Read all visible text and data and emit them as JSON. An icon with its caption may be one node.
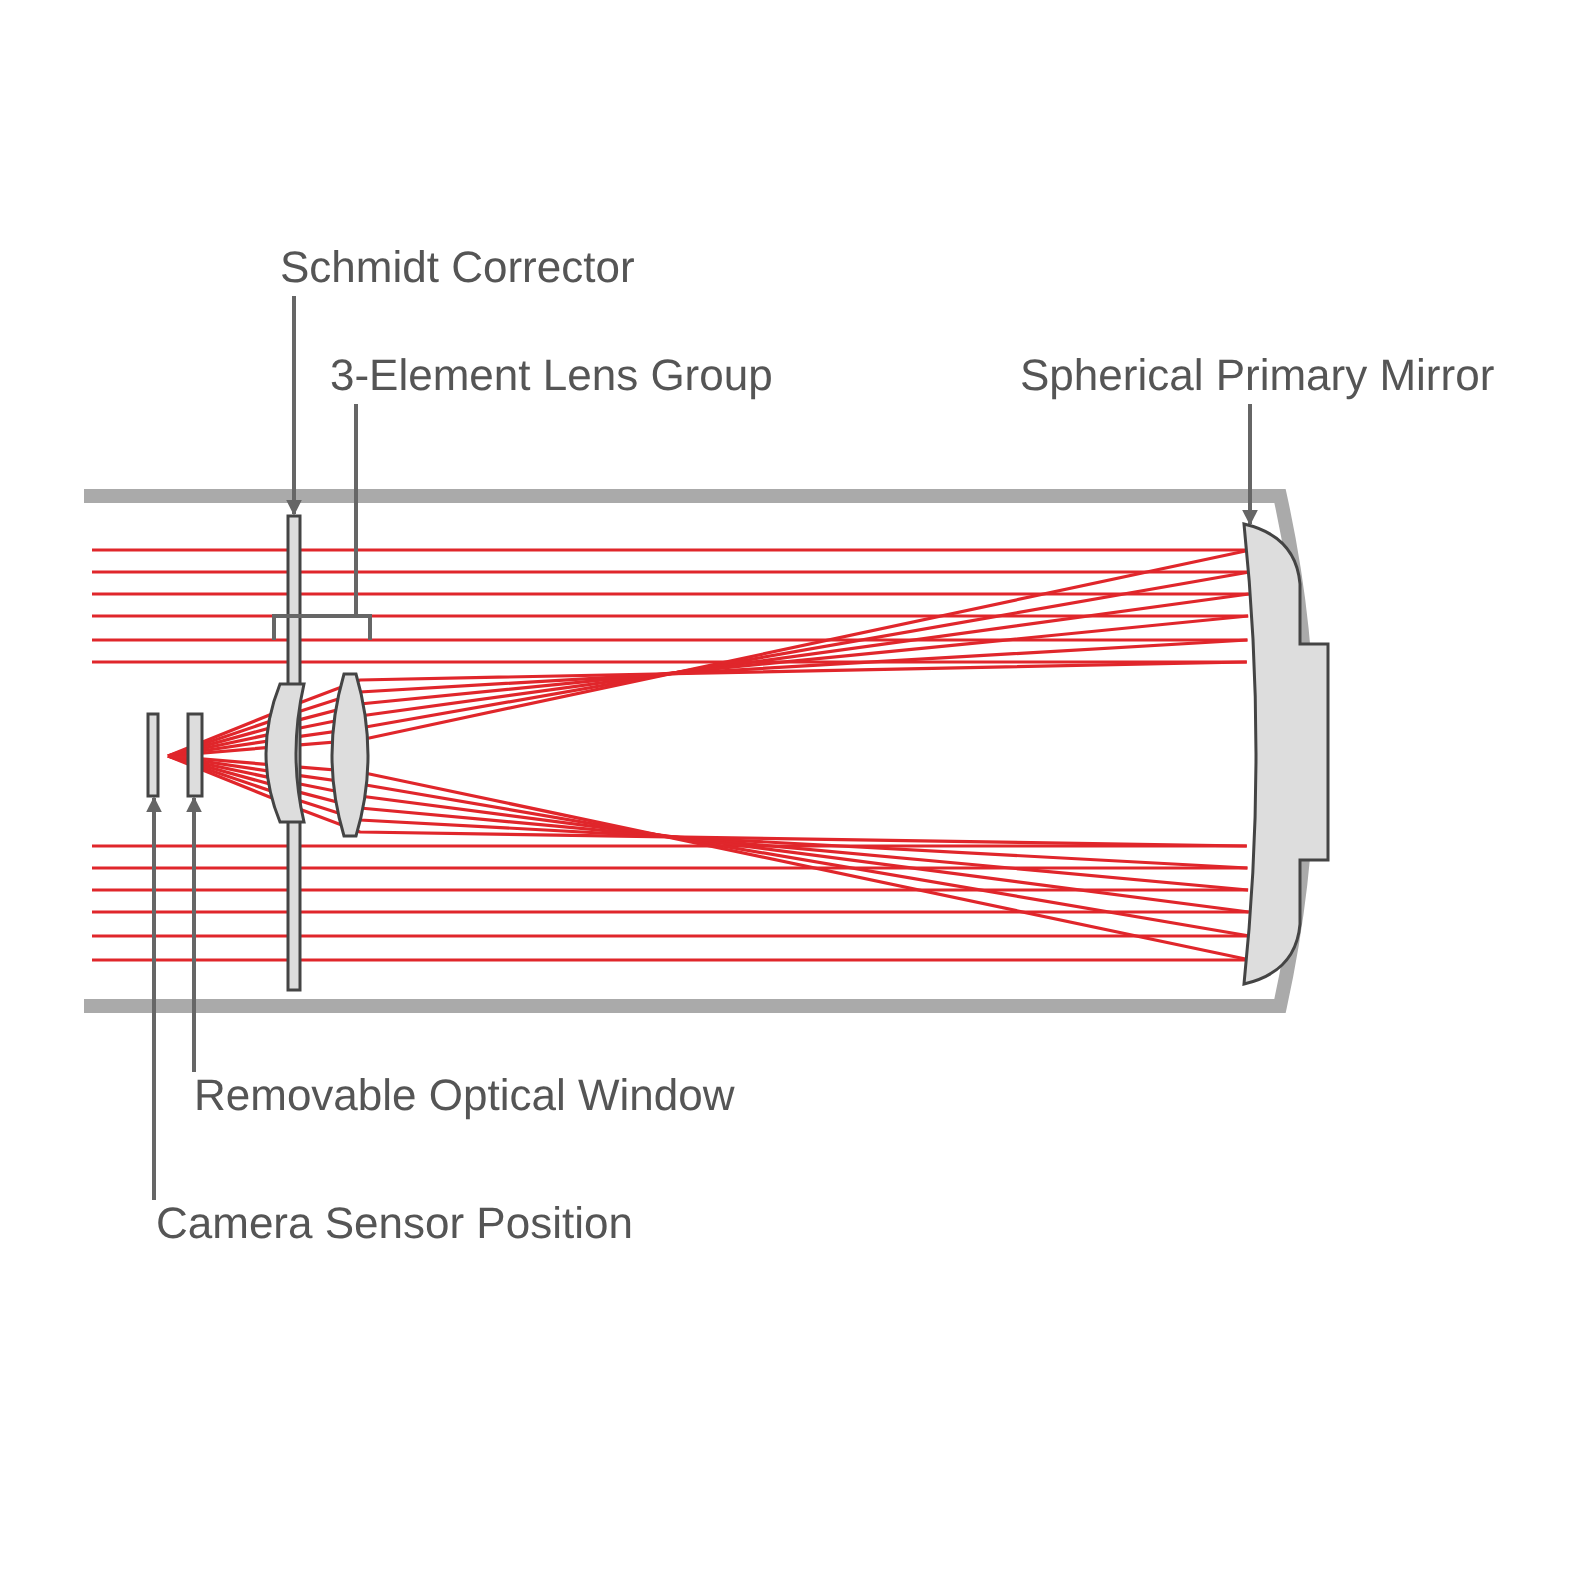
{
  "diagram": {
    "nodes": [
      {
        "text": [
          "Schmidt Corrector"
        ]
      },
      {
        "text": [
          "3-Element Lens Group"
        ]
      },
      {
        "text": [
          "Spherical Primary Mirror"
        ]
      },
      {
        "text": [
          "Removable Optical Window"
        ]
      },
      {
        "text": [
          "Camera Sensor Position"
        ]
      },
      {
        "text": [],
        "shape": "bar"
      },
      {
        "text": [],
        "shape": "picture"
      },
      {
        "text": [],
        "shape": "picture"
      },
      {
        "text": [],
        "shape": "bar"
      },
      {
        "text": [],
        "shape": "bar"
      }
    ],
    "edges": [
      {
        "from": 0,
        "to": 5,
        "arrow": "to"
      },
      {
        "from": 1,
        "to": 6,
        "arrow": "none"
      },
      {
        "from": 2,
        "to": 7,
        "arrow": "to"
      },
      {
        "from": 3,
        "to": 8,
        "arrow": "to"
      },
      {
        "from": 4,
        "to": 9,
        "arrow": "to"
      }
    ]
  }
}
